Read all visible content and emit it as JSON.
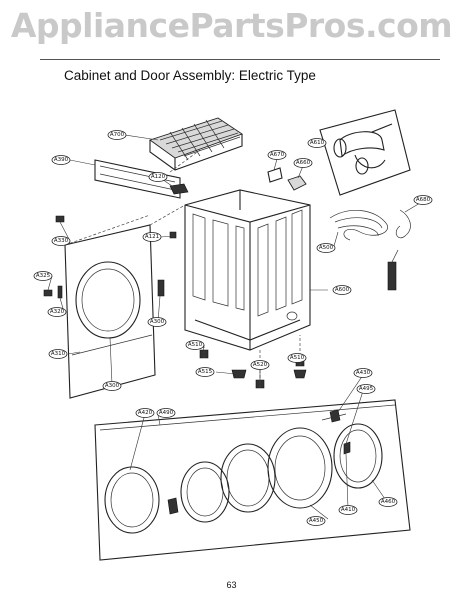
{
  "watermark": "AppliancePartsPros.com",
  "title": "Cabinet and Door Assembly: Electric Type",
  "page_number": "63",
  "callouts": {
    "A700": "A700",
    "A390": "A390",
    "A120": "A120",
    "A330": "A330",
    "A121": "A121",
    "A325": "A325",
    "A320": "A320",
    "A300a": "A300",
    "A310": "A310",
    "A300b": "A300",
    "A510a": "A510",
    "A515": "A515",
    "A520": "A520",
    "A510b": "A510",
    "A600": "A600",
    "A670": "A670",
    "A660": "A660",
    "A610": "A610",
    "A680": "A680",
    "A500": "A500",
    "A420": "A420",
    "A490": "A490",
    "A430": "A430",
    "A495": "A495",
    "A450": "A450",
    "A410": "A410",
    "A460": "A460"
  }
}
